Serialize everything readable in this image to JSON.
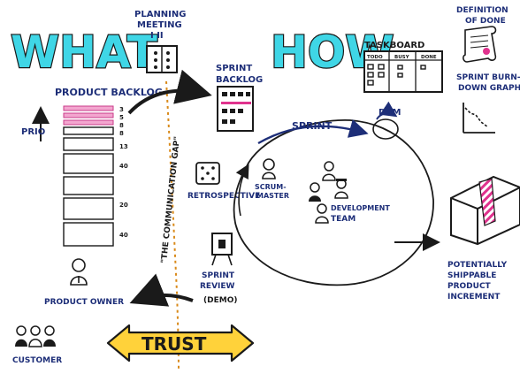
{
  "headings": {
    "what": "WHAT",
    "how": "HOW"
  },
  "planning": {
    "line1": "PLANNING",
    "line2": "MEETING",
    "line3": "I  II"
  },
  "product_backlog": {
    "title": "PRODUCT BACKLOG",
    "prio_label": "PRIO",
    "estimates": [
      "3",
      "5",
      "8",
      "8",
      "13",
      "40",
      "20",
      "40"
    ]
  },
  "communication_gap": "\"THE COMMUNICATION GAP\"",
  "sprint_backlog": {
    "line1": "SPRINT",
    "line2": "BACKLOG"
  },
  "retrospective": "RETROSPECTIVE",
  "sprint": "SPRINT",
  "dsm": "DSM",
  "scrum_master": {
    "line1": "SCRUM-",
    "line2": "MASTER"
  },
  "dev_team": {
    "line1": "DEVELOPMENT",
    "line2": "TEAM"
  },
  "sprint_review": {
    "line1": "SPRINT",
    "line2": "REVIEW",
    "line3": "(DEMO)"
  },
  "product_owner": "PRODUCT OWNER",
  "customer": "CUSTOMER",
  "trust": "TRUST",
  "taskboard": {
    "title": "TASKBOARD",
    "columns": [
      "TODO",
      "BUSY",
      "DONE"
    ]
  },
  "definition_of_done": {
    "line1": "DEFINITION",
    "line2": "OF DONE"
  },
  "burndown": {
    "line1": "SPRINT BURN-",
    "line2": "DOWN GRAPH"
  },
  "increment": {
    "line1": "POTENTIALLY",
    "line2": "SHIPPABLE",
    "line3": "PRODUCT",
    "line4": "INCREMENT"
  },
  "colors": {
    "cyan": "#3fd6e6",
    "navy": "#1d2e78",
    "yellow": "#ffd23a",
    "magenta": "#e0338e",
    "orange": "#d98a1a",
    "ink": "#1a1a1a"
  }
}
